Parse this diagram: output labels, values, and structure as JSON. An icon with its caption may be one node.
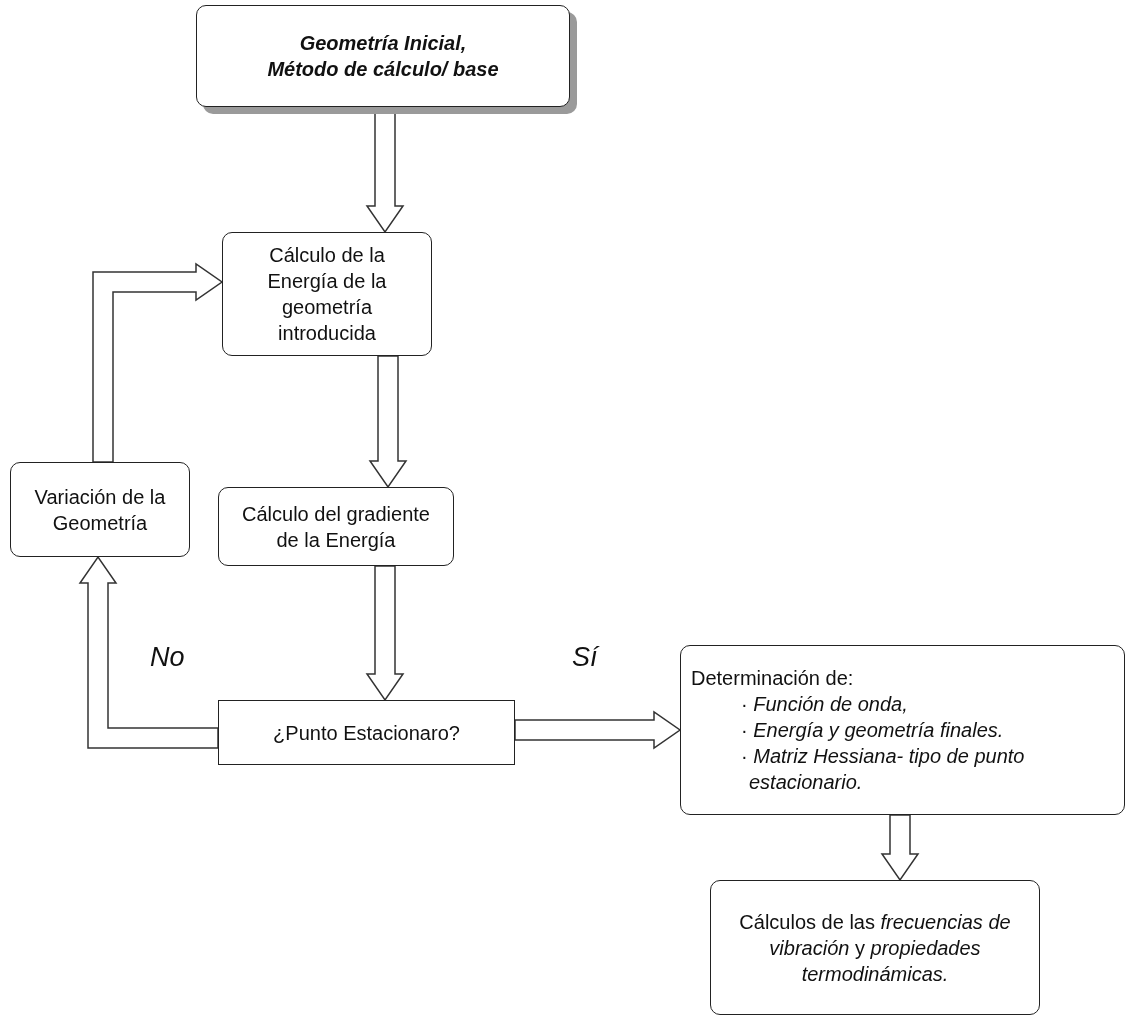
{
  "diagram": {
    "nodes": [
      {
        "text": [
          "Geometría Inicial, Método de cálculo/ base"
        ]
      },
      {
        "text": [
          "Cálculo de la Energía de la geometría introducida"
        ]
      },
      {
        "text": [
          "Variación de la Geometría"
        ]
      },
      {
        "text": [
          "Cálculo del gradiente de la Energía"
        ]
      },
      {
        "text": [
          "¿Punto Estacionaro?"
        ]
      },
      {
        "text": [
          "Determinación de:",
          "· *Función de onda,*",
          "· *Energía y geometría finales.*",
          "· *Matriz Hessiana- tipo de punto estacionario.*"
        ]
      },
      {
        "text": [
          "Cálculos de las *frecuencias de vibración* y *propiedades termodinámicas.*"
        ]
      }
    ],
    "edges": [
      {
        "from": 0,
        "to": 1,
        "arrow": "to"
      },
      {
        "from": 1,
        "to": 3,
        "arrow": "to"
      },
      {
        "from": 3,
        "to": 4,
        "arrow": "to"
      },
      {
        "from": 4,
        "to": 2,
        "arrow": "to",
        "label": "No"
      },
      {
        "from": 2,
        "to": 1,
        "arrow": "to"
      },
      {
        "from": 4,
        "to": 5,
        "arrow": "to",
        "label": "Sí"
      },
      {
        "from": 5,
        "to": 6,
        "arrow": "to"
      }
    ]
  }
}
